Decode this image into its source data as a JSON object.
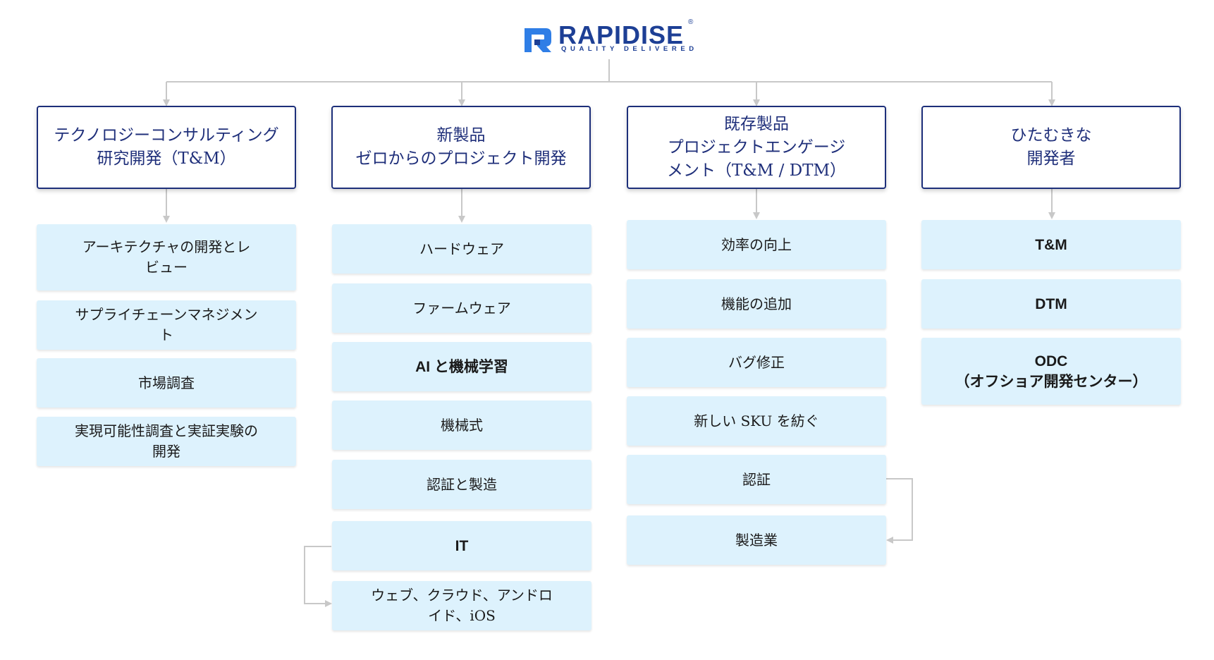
{
  "logo": {
    "brand": "RAPIDISE",
    "registered": "®",
    "tagline": "QUALITY DELIVERED",
    "mark_icon": "rapidise-r-mark-icon",
    "brand_color": "#1d3f95",
    "mark_color": "#2f7ee6"
  },
  "colors": {
    "header_border": "#1d2f7a",
    "header_text": "#1f2f7a",
    "item_fill": "#ddf2fd",
    "connector": "#c8c8c8"
  },
  "columns": [
    {
      "header": "テクノロジーコンサルティング\n研究開発（T&M）",
      "items": [
        "アーキテクチャの開発とレ\nビュー",
        "サプライチェーンマネジメン\nト",
        "市場調査",
        "実現可能性調査と実証実験の\n開発"
      ]
    },
    {
      "header": "新製品\nゼロからのプロジェクト開発",
      "items": [
        "ハードウェア",
        "ファームウェア",
        "AI と機械学習",
        "機械式",
        "認証と製造",
        "IT",
        "ウェブ、クラウド、アンドロ\nイド、iOS"
      ]
    },
    {
      "header": "既存製品\nプロジェクトエンゲージ\nメント（T&M / DTM）",
      "items": [
        "効率の向上",
        "機能の追加",
        "バグ修正",
        "新しい SKU を紡ぐ",
        "認証",
        "製造業"
      ]
    },
    {
      "header": "ひたむきな\n開発者",
      "items": [
        "T&M",
        "DTM",
        "ODC\n（オフショア開発センター）"
      ]
    }
  ]
}
